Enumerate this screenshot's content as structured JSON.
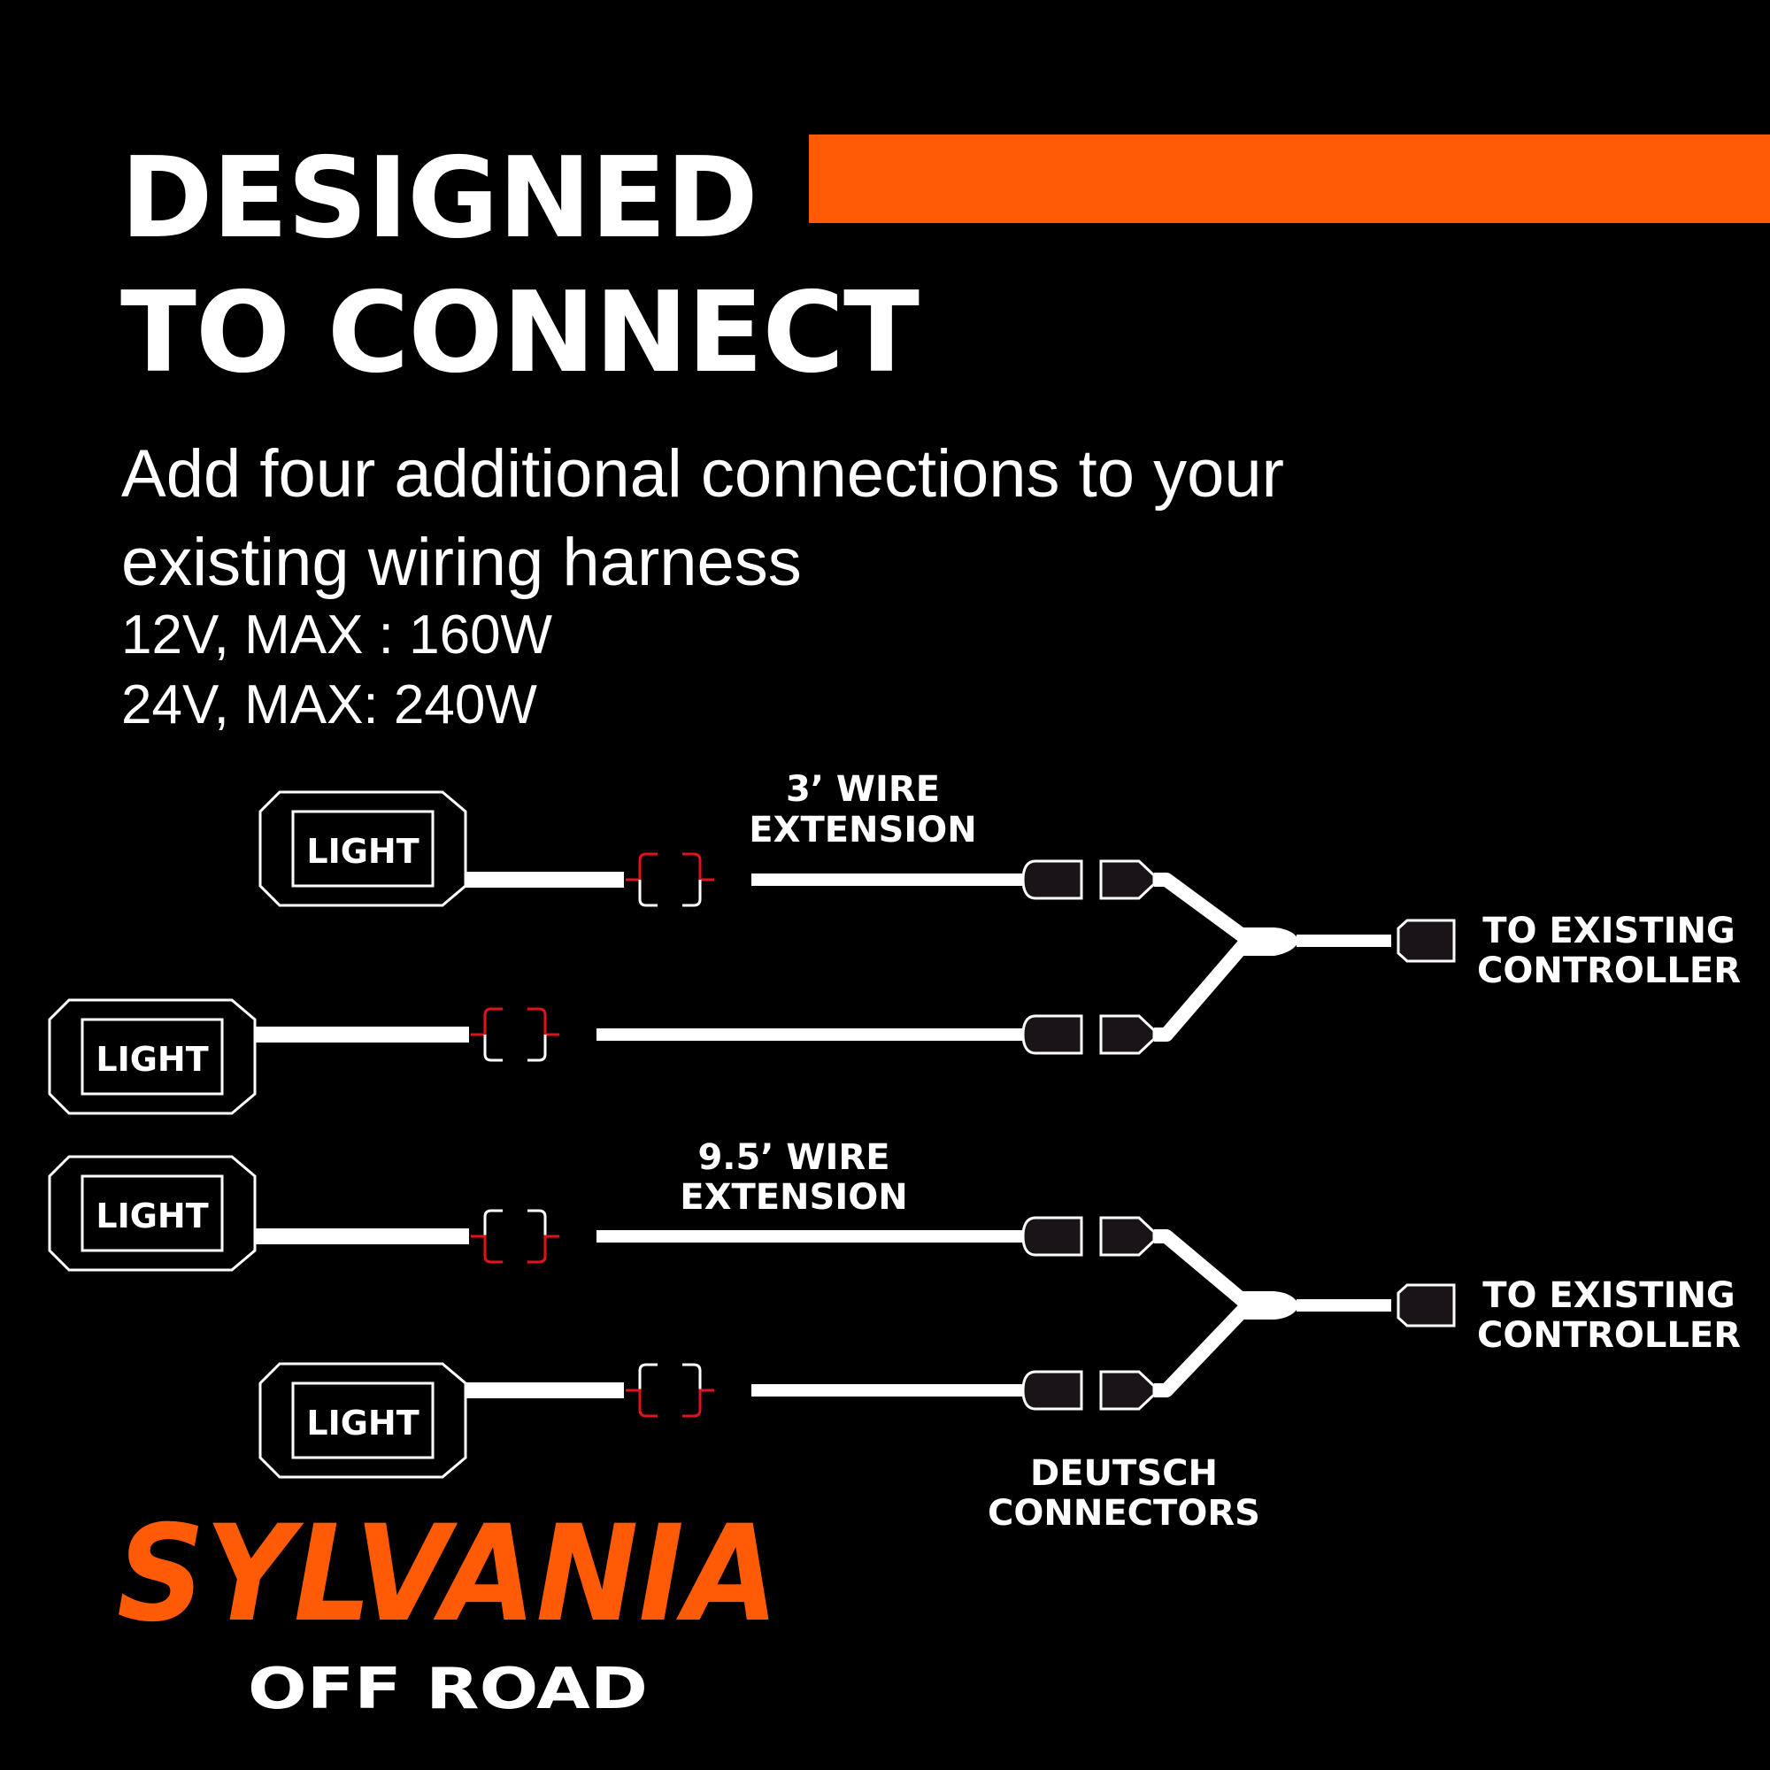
{
  "header": {
    "title_line1": "DESIGNED",
    "title_line2": "TO CONNECT",
    "subtitle": "Add four additional connections to your existing wiring harness",
    "spec_12v": "12V, MAX : 160W",
    "spec_24v": "24V, MAX: 240W"
  },
  "diagram": {
    "light_label": "LIGHT",
    "ext_3ft_line1": "3’ WIRE",
    "ext_3ft_line2": "EXTENSION",
    "ext_95ft_line1": "9.5’ WIRE",
    "ext_95ft_line2": "EXTENSION",
    "controller_line1": "TO EXISTING",
    "controller_line2": "CONTROLLER",
    "deutsch_line1": "DEUTSCH",
    "deutsch_line2": "CONNECTORS"
  },
  "brand": {
    "name": "SYLVANIA",
    "tagline": "OFF ROAD"
  },
  "colors": {
    "background": "#000000",
    "accent_orange": "#ff5a05",
    "connector_red": "#e0131c",
    "line_white": "#ffffff",
    "connector_fill": "#1a1418"
  }
}
